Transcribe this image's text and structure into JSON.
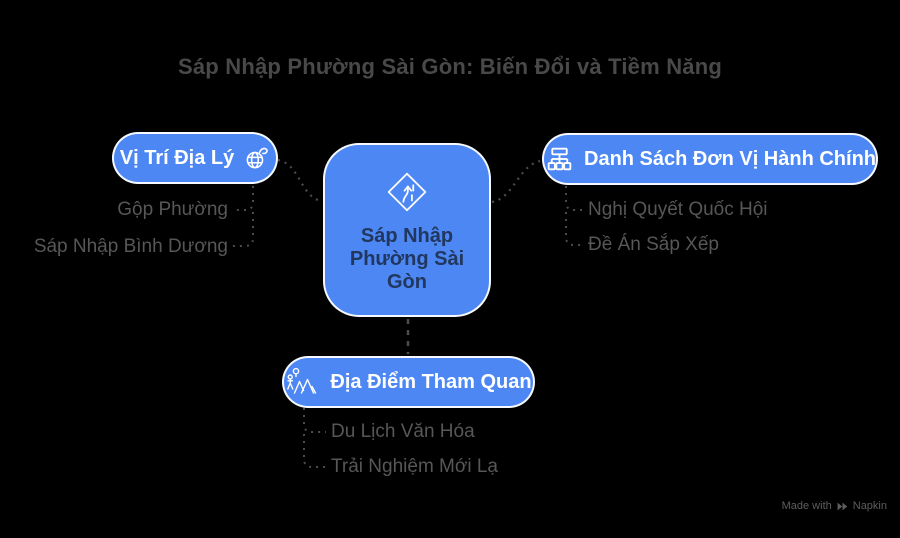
{
  "title": {
    "text": "Sáp Nhập Phường Sài Gòn: Biến Đổi và Tiềm Năng"
  },
  "center_node": {
    "label": "Sáp Nhập Phường Sài Gòn",
    "label_lines": [
      "Sáp Nhập",
      "Phường Sài",
      "Gòn"
    ],
    "icon": "merge-road-sign-icon"
  },
  "branches": [
    {
      "label": "Vị Trí Địa Lý",
      "icon": "globe-icon",
      "children": [
        "Gộp Phường",
        "Sáp Nhập Bình Dương"
      ]
    },
    {
      "label": "Danh Sách Đơn Vị Hành Chính",
      "icon": "org-chart-icon",
      "children": [
        "Nghị Quyết Quốc Hội",
        "Đề Án Sắp Xếp"
      ]
    },
    {
      "label": "Địa Điểm Tham Quan",
      "icon": "hikers-mountains-icon",
      "children": [
        "Du Lịch Văn Hóa",
        "Trải Nghiệm Mới Lạ"
      ]
    }
  ],
  "watermark": {
    "prefix": "Made with",
    "brand": "Napkin"
  },
  "colors": {
    "background": "#000000",
    "node_fill": "#4d87f3",
    "node_border": "#ffffff",
    "node_text": "#ffffff",
    "center_node_text": "#21375e",
    "title_text": "#494949",
    "subitem_text": "#575757",
    "connector": "#4c4c4c",
    "watermark_text": "#5e5e5e"
  }
}
